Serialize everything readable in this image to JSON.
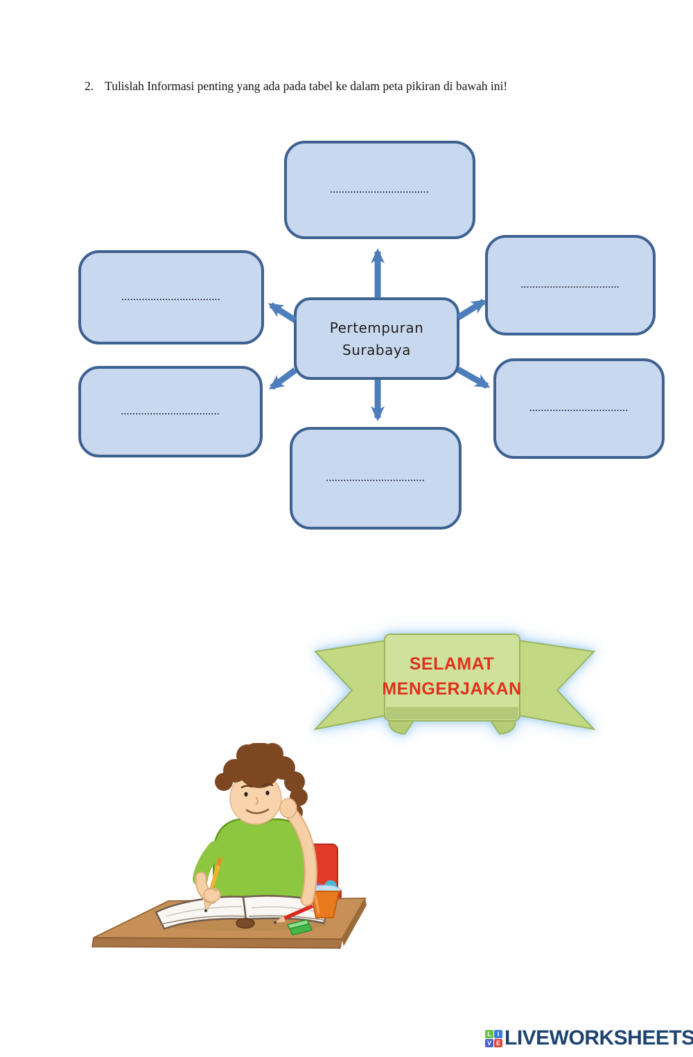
{
  "page": {
    "question_number": "2.",
    "instruction": "Tulislah Informasi penting yang ada pada tabel  ke dalam peta pikiran di bawah ini!"
  },
  "mindmap": {
    "center": {
      "line1": "Pertempuran",
      "line2": "Surabaya"
    },
    "placeholder_dots": "..................................",
    "nodes": [
      "top",
      "upper-left",
      "upper-right",
      "lower-left",
      "lower-right",
      "bottom"
    ],
    "colors": {
      "node_fill": "#c8d8ef",
      "node_border": "#3d6191",
      "arrow": "#4d7dba"
    }
  },
  "banner": {
    "line1": "SELAMAT",
    "line2": "MENGERJAKAN",
    "text_color": "#e0301e",
    "ribbon_color": "#c3d883",
    "panel_color": "#cfe29c",
    "glow_color": "#a9d2f3"
  },
  "illustration": {
    "name": "boy-writing-at-desk"
  },
  "footer": {
    "brand": "LIVEWORKSHEETS",
    "brand_color": "#1d4370",
    "icon_letters": [
      {
        "letter": "L",
        "color": "#6cbe45"
      },
      {
        "letter": "I",
        "color": "#3a7bd5"
      },
      {
        "letter": "V",
        "color": "#4a5fd0"
      },
      {
        "letter": "E",
        "color": "#e2453c"
      }
    ]
  }
}
